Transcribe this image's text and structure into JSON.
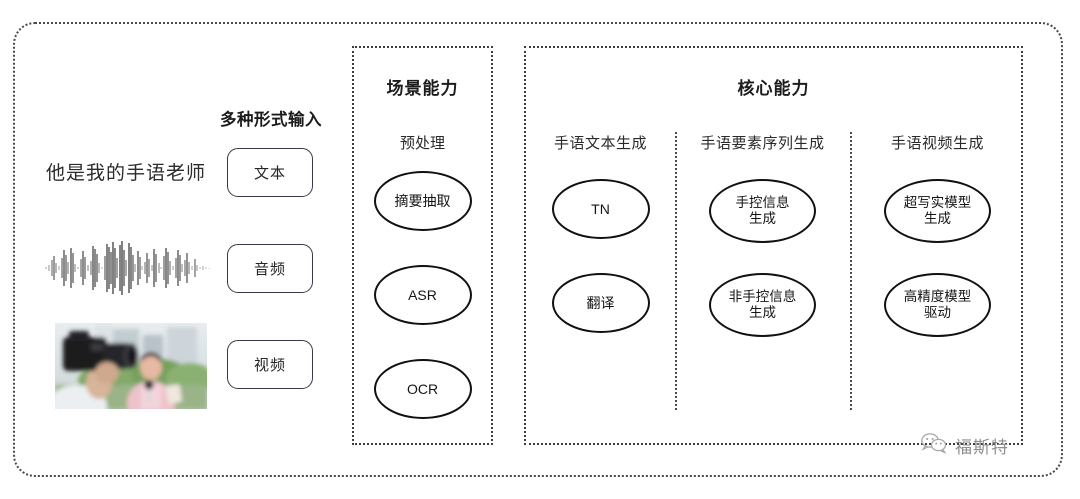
{
  "diagram": {
    "input_section": {
      "heading": "多种形式输入",
      "sentence": "他是我的手语老师",
      "modalities": [
        {
          "label": "文本",
          "media": "text-sentence"
        },
        {
          "label": "音频",
          "media": "audio-waveform"
        },
        {
          "label": "视频",
          "media": "video-thumbnail"
        }
      ]
    },
    "scene_panel": {
      "title": "场景能力",
      "subtitle": "预处理",
      "nodes": [
        "摘要抽取",
        "ASR",
        "OCR"
      ]
    },
    "core_panel": {
      "title": "核心能力",
      "columns": [
        {
          "head": "手语文本生成",
          "nodes": [
            "TN",
            "翻译"
          ]
        },
        {
          "head": "手语要素序列生成",
          "nodes": [
            "手控信息\n生成",
            "非手控信息\n生成"
          ]
        },
        {
          "head": "手语视频生成",
          "nodes": [
            "超写实模型\n生成",
            "高精度模型\n驱动"
          ]
        }
      ]
    },
    "watermark": {
      "icon": "wechat-icon",
      "text": "福斯特"
    },
    "colors": {
      "background": "#ffffff",
      "frame_border": "#4a4a4a",
      "node_border": "#111111",
      "text": "#1a1a1a",
      "watermark": "#9a9a9a",
      "input_box_border": "#3a3a46"
    }
  }
}
